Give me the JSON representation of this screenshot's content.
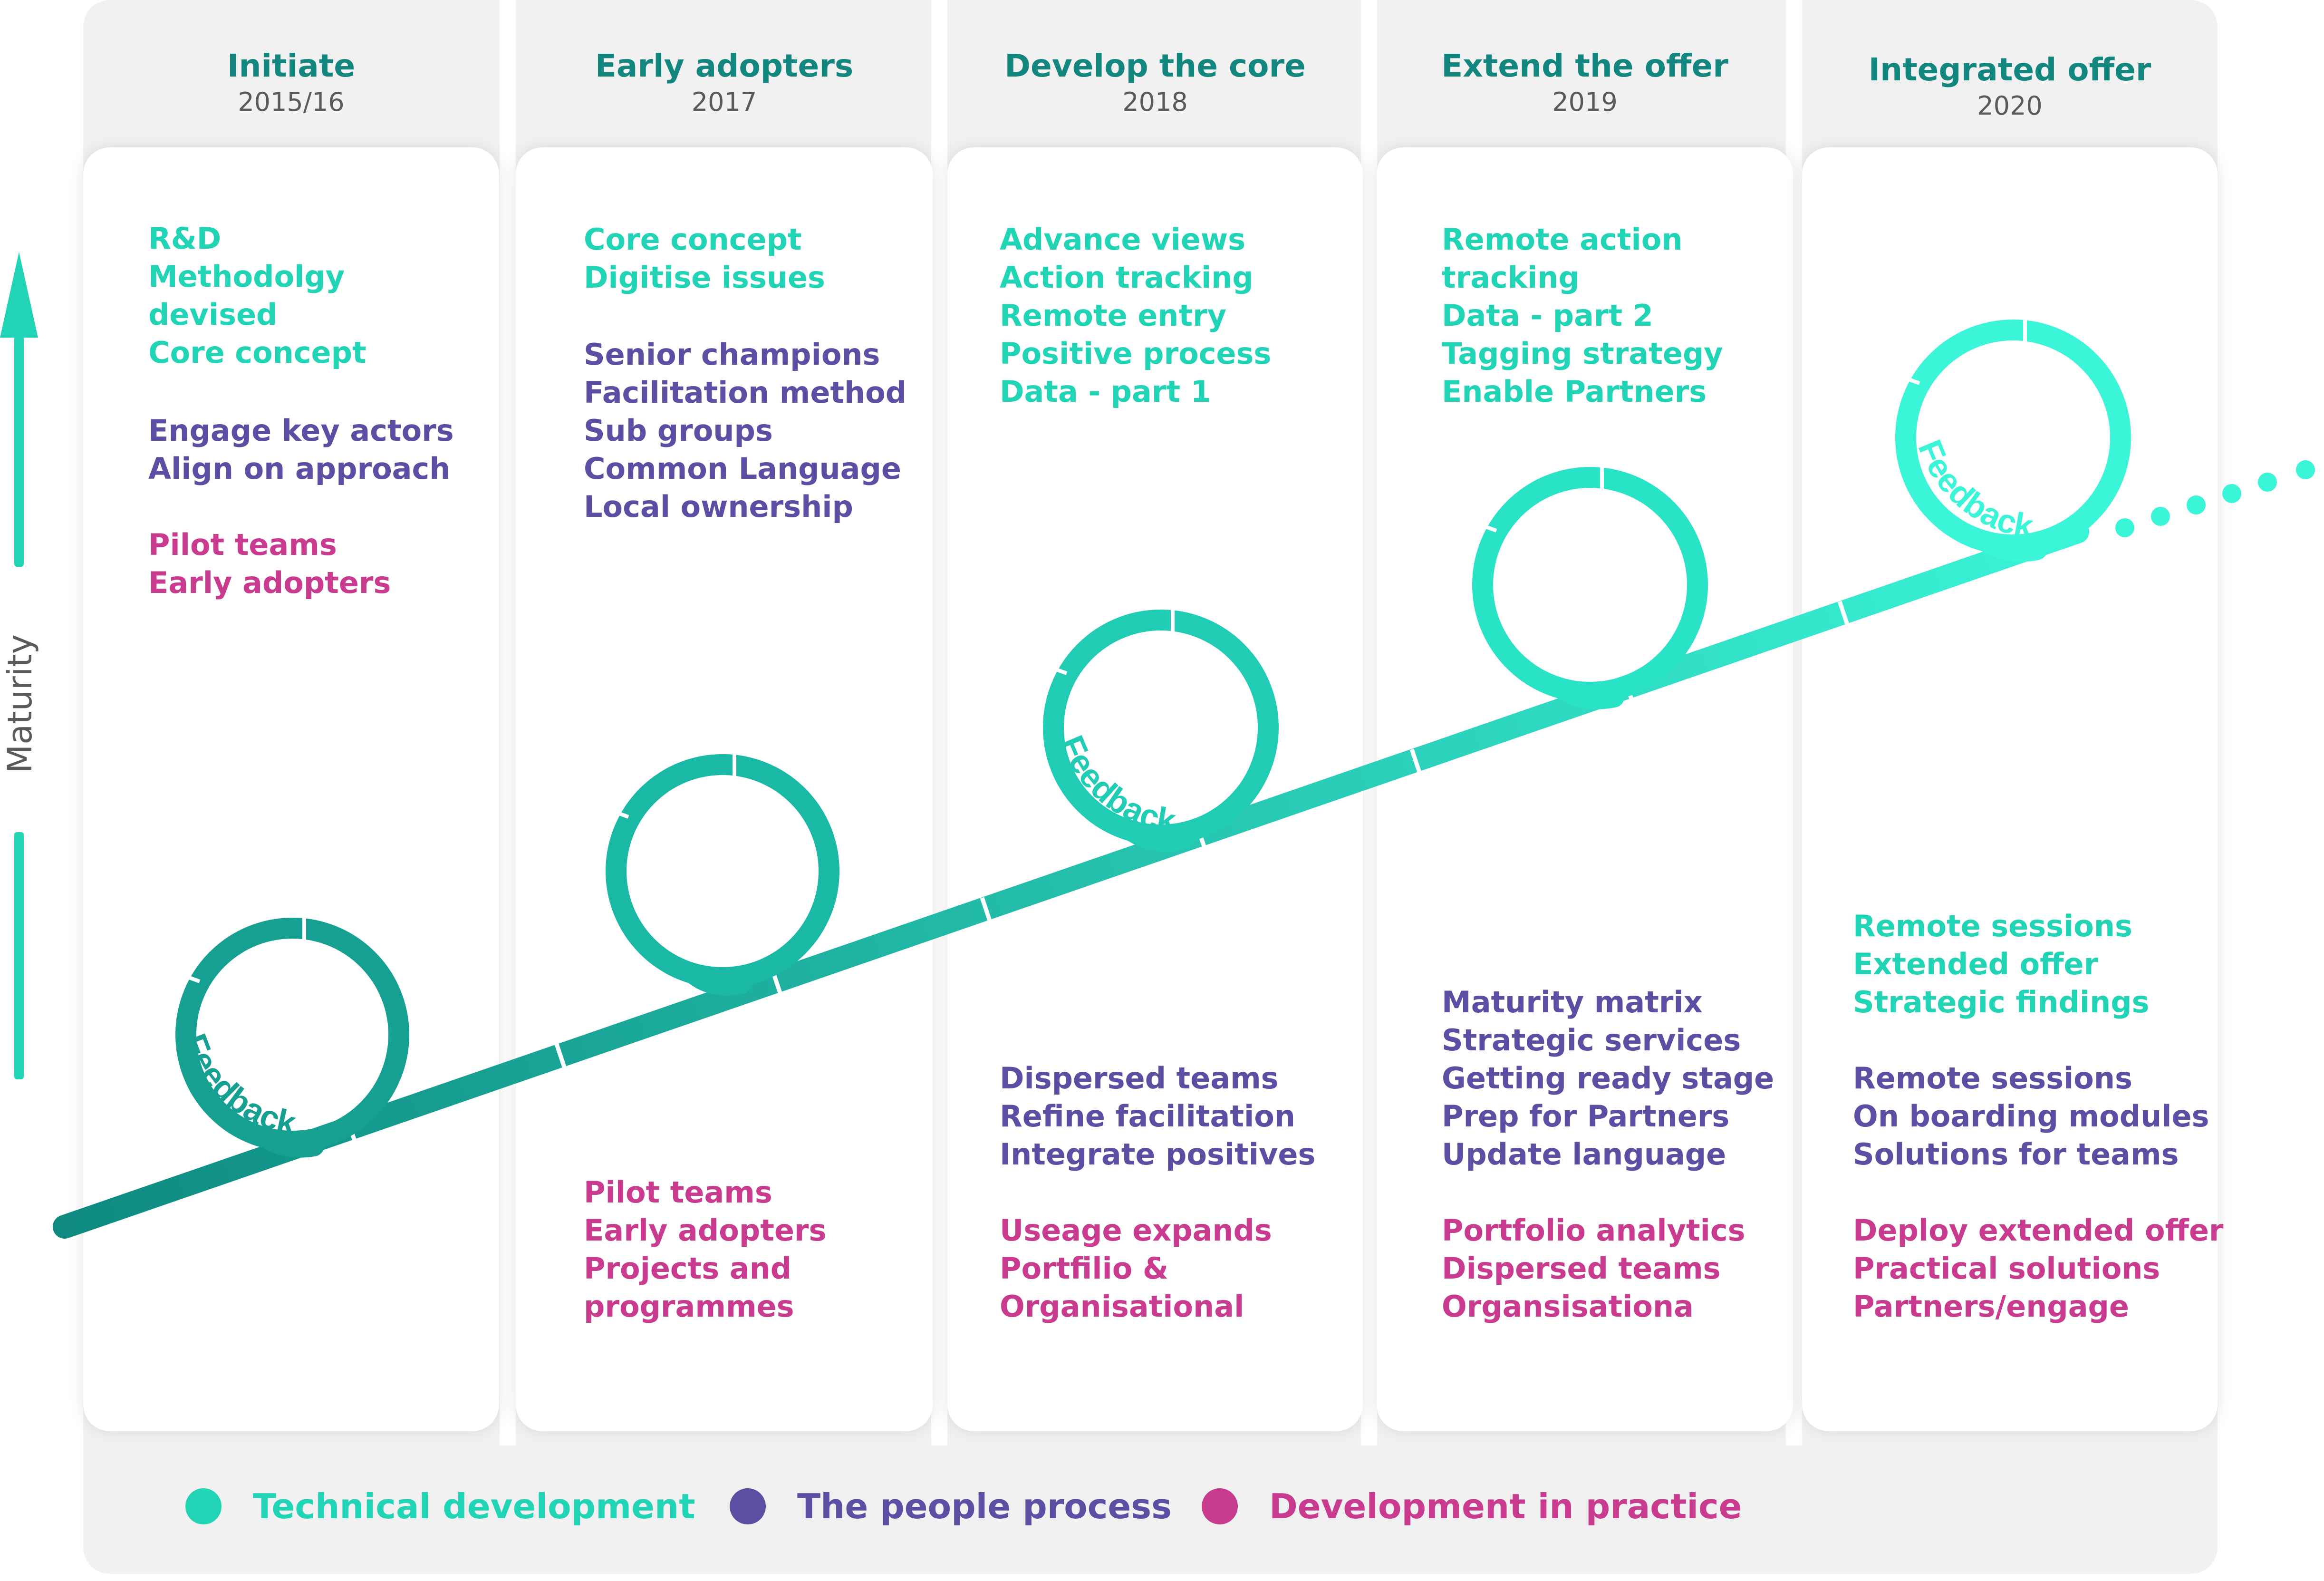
{
  "colors": {
    "technical": "#21d4b5",
    "people": "#5a4fa3",
    "practice": "#c93b8e",
    "title": "#13877f",
    "path_start": "#0e8a80",
    "path_end": "#3af5d8"
  },
  "axis": {
    "label": "Maturity"
  },
  "feedback_label": "Feedback",
  "stages": [
    {
      "title": "Initiate",
      "year": "2015/16",
      "groups": [
        {
          "type": "tech",
          "lines": [
            "R&D",
            "Methodolgy",
            "devised",
            "Core concept"
          ]
        },
        {
          "type": "people",
          "lines": [
            "Engage key actors",
            "Align on approach"
          ]
        },
        {
          "type": "practice",
          "lines": [
            "Pilot teams",
            "Early adopters"
          ]
        }
      ]
    },
    {
      "title": "Early adopters",
      "year": "2017",
      "groups": [
        {
          "type": "tech",
          "lines": [
            "Core concept",
            "Digitise issues"
          ]
        },
        {
          "type": "people",
          "lines": [
            "Senior champions",
            "Facilitation method",
            "Sub groups",
            "Common Language",
            "Local ownership"
          ]
        },
        {
          "type": "practice",
          "lines": [
            "Pilot teams",
            "Early adopters",
            "Projects and",
            "programmes"
          ]
        }
      ]
    },
    {
      "title": "Develop the core",
      "year": "2018",
      "groups": [
        {
          "type": "tech",
          "lines": [
            "Advance views",
            "Action tracking",
            "Remote entry",
            "Positive process",
            "Data - part 1"
          ]
        },
        {
          "type": "people",
          "lines": [
            "Dispersed teams",
            "Refine facilitation",
            "Integrate positives"
          ]
        },
        {
          "type": "practice",
          "lines": [
            "Useage expands",
            "Portfilio &",
            "Organisational"
          ]
        }
      ]
    },
    {
      "title": "Extend the offer",
      "year": "2019",
      "groups": [
        {
          "type": "tech",
          "lines": [
            "Remote action",
            "tracking",
            "Data - part 2",
            "Tagging strategy",
            "Enable Partners"
          ]
        },
        {
          "type": "people",
          "lines": [
            "Maturity matrix",
            "Strategic services",
            "Getting ready stage",
            "Prep for Partners",
            "Update language"
          ]
        },
        {
          "type": "practice",
          "lines": [
            "Portfolio analytics",
            "Dispersed teams",
            "Organsisationa"
          ]
        }
      ]
    },
    {
      "title": "Integrated offer",
      "year": "2020",
      "groups": [
        {
          "type": "tech",
          "lines": [
            "Remote sessions",
            "Extended offer",
            "Strategic findings"
          ]
        },
        {
          "type": "people",
          "lines": [
            "Remote sessions",
            "On boarding modules",
            "Solutions for teams"
          ]
        },
        {
          "type": "practice",
          "lines": [
            "Deploy extended offer",
            "Practical solutions",
            "Partners/engage"
          ]
        }
      ]
    }
  ],
  "legend": [
    {
      "label": "Technical development",
      "type": "tech"
    },
    {
      "label": "The people process",
      "type": "people"
    },
    {
      "label": "Development in practice",
      "type": "practice"
    }
  ]
}
